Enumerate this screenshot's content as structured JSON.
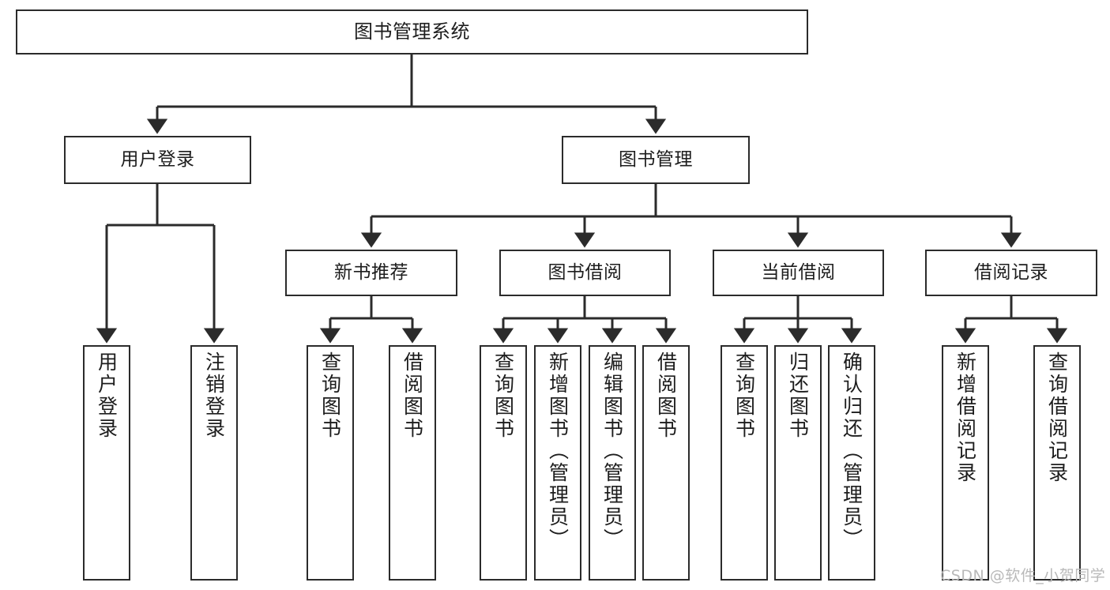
{
  "diagram": {
    "type": "tree-hierarchy-chart",
    "title": "图书管理系统",
    "orientation": "top-down",
    "colors": {
      "box_border": "#2b2b2b",
      "box_fill": "#ffffff",
      "edge": "#2b2b2b",
      "text": "#1d1d1d",
      "watermark": "#b9b9b9",
      "background": "#ffffff"
    }
  },
  "nodes": {
    "root": {
      "label": "图书管理系统",
      "level": 1
    },
    "level2": [
      {
        "id": "user-login",
        "label": "用户登录"
      },
      {
        "id": "book-manage",
        "label": "图书管理"
      }
    ],
    "level3": [
      {
        "id": "new-book-recommend",
        "label": "新书推荐"
      },
      {
        "id": "book-borrow",
        "label": "图书借阅"
      },
      {
        "id": "current-borrow",
        "label": "当前借阅"
      },
      {
        "id": "borrow-record",
        "label": "借阅记录"
      }
    ],
    "leaves": {
      "user-login": [
        {
          "id": "leaf-user-login",
          "label": "用户登录"
        },
        {
          "id": "leaf-logout-login",
          "label": "注销登录"
        }
      ],
      "new-book-recommend": [
        {
          "id": "leaf-query-book-1",
          "label": "查询图书"
        },
        {
          "id": "leaf-borrow-book-1",
          "label": "借阅图书"
        }
      ],
      "book-borrow": [
        {
          "id": "leaf-query-book-2",
          "label": "查询图书"
        },
        {
          "id": "leaf-add-book",
          "label": "新增图书（管理员）"
        },
        {
          "id": "leaf-edit-book",
          "label": "编辑图书（管理员）"
        },
        {
          "id": "leaf-borrow-book-2",
          "label": "借阅图书"
        }
      ],
      "current-borrow": [
        {
          "id": "leaf-query-book-3",
          "label": "查询图书"
        },
        {
          "id": "leaf-return-book",
          "label": "归还图书"
        },
        {
          "id": "leaf-confirm-return",
          "label": "确认归还（管理员）"
        }
      ],
      "borrow-record": [
        {
          "id": "leaf-add-record",
          "label": "新增借阅记录"
        },
        {
          "id": "leaf-query-record",
          "label": "查询借阅记录"
        }
      ]
    }
  },
  "watermark": {
    "text": "CSDN @软件_小贺同学"
  }
}
